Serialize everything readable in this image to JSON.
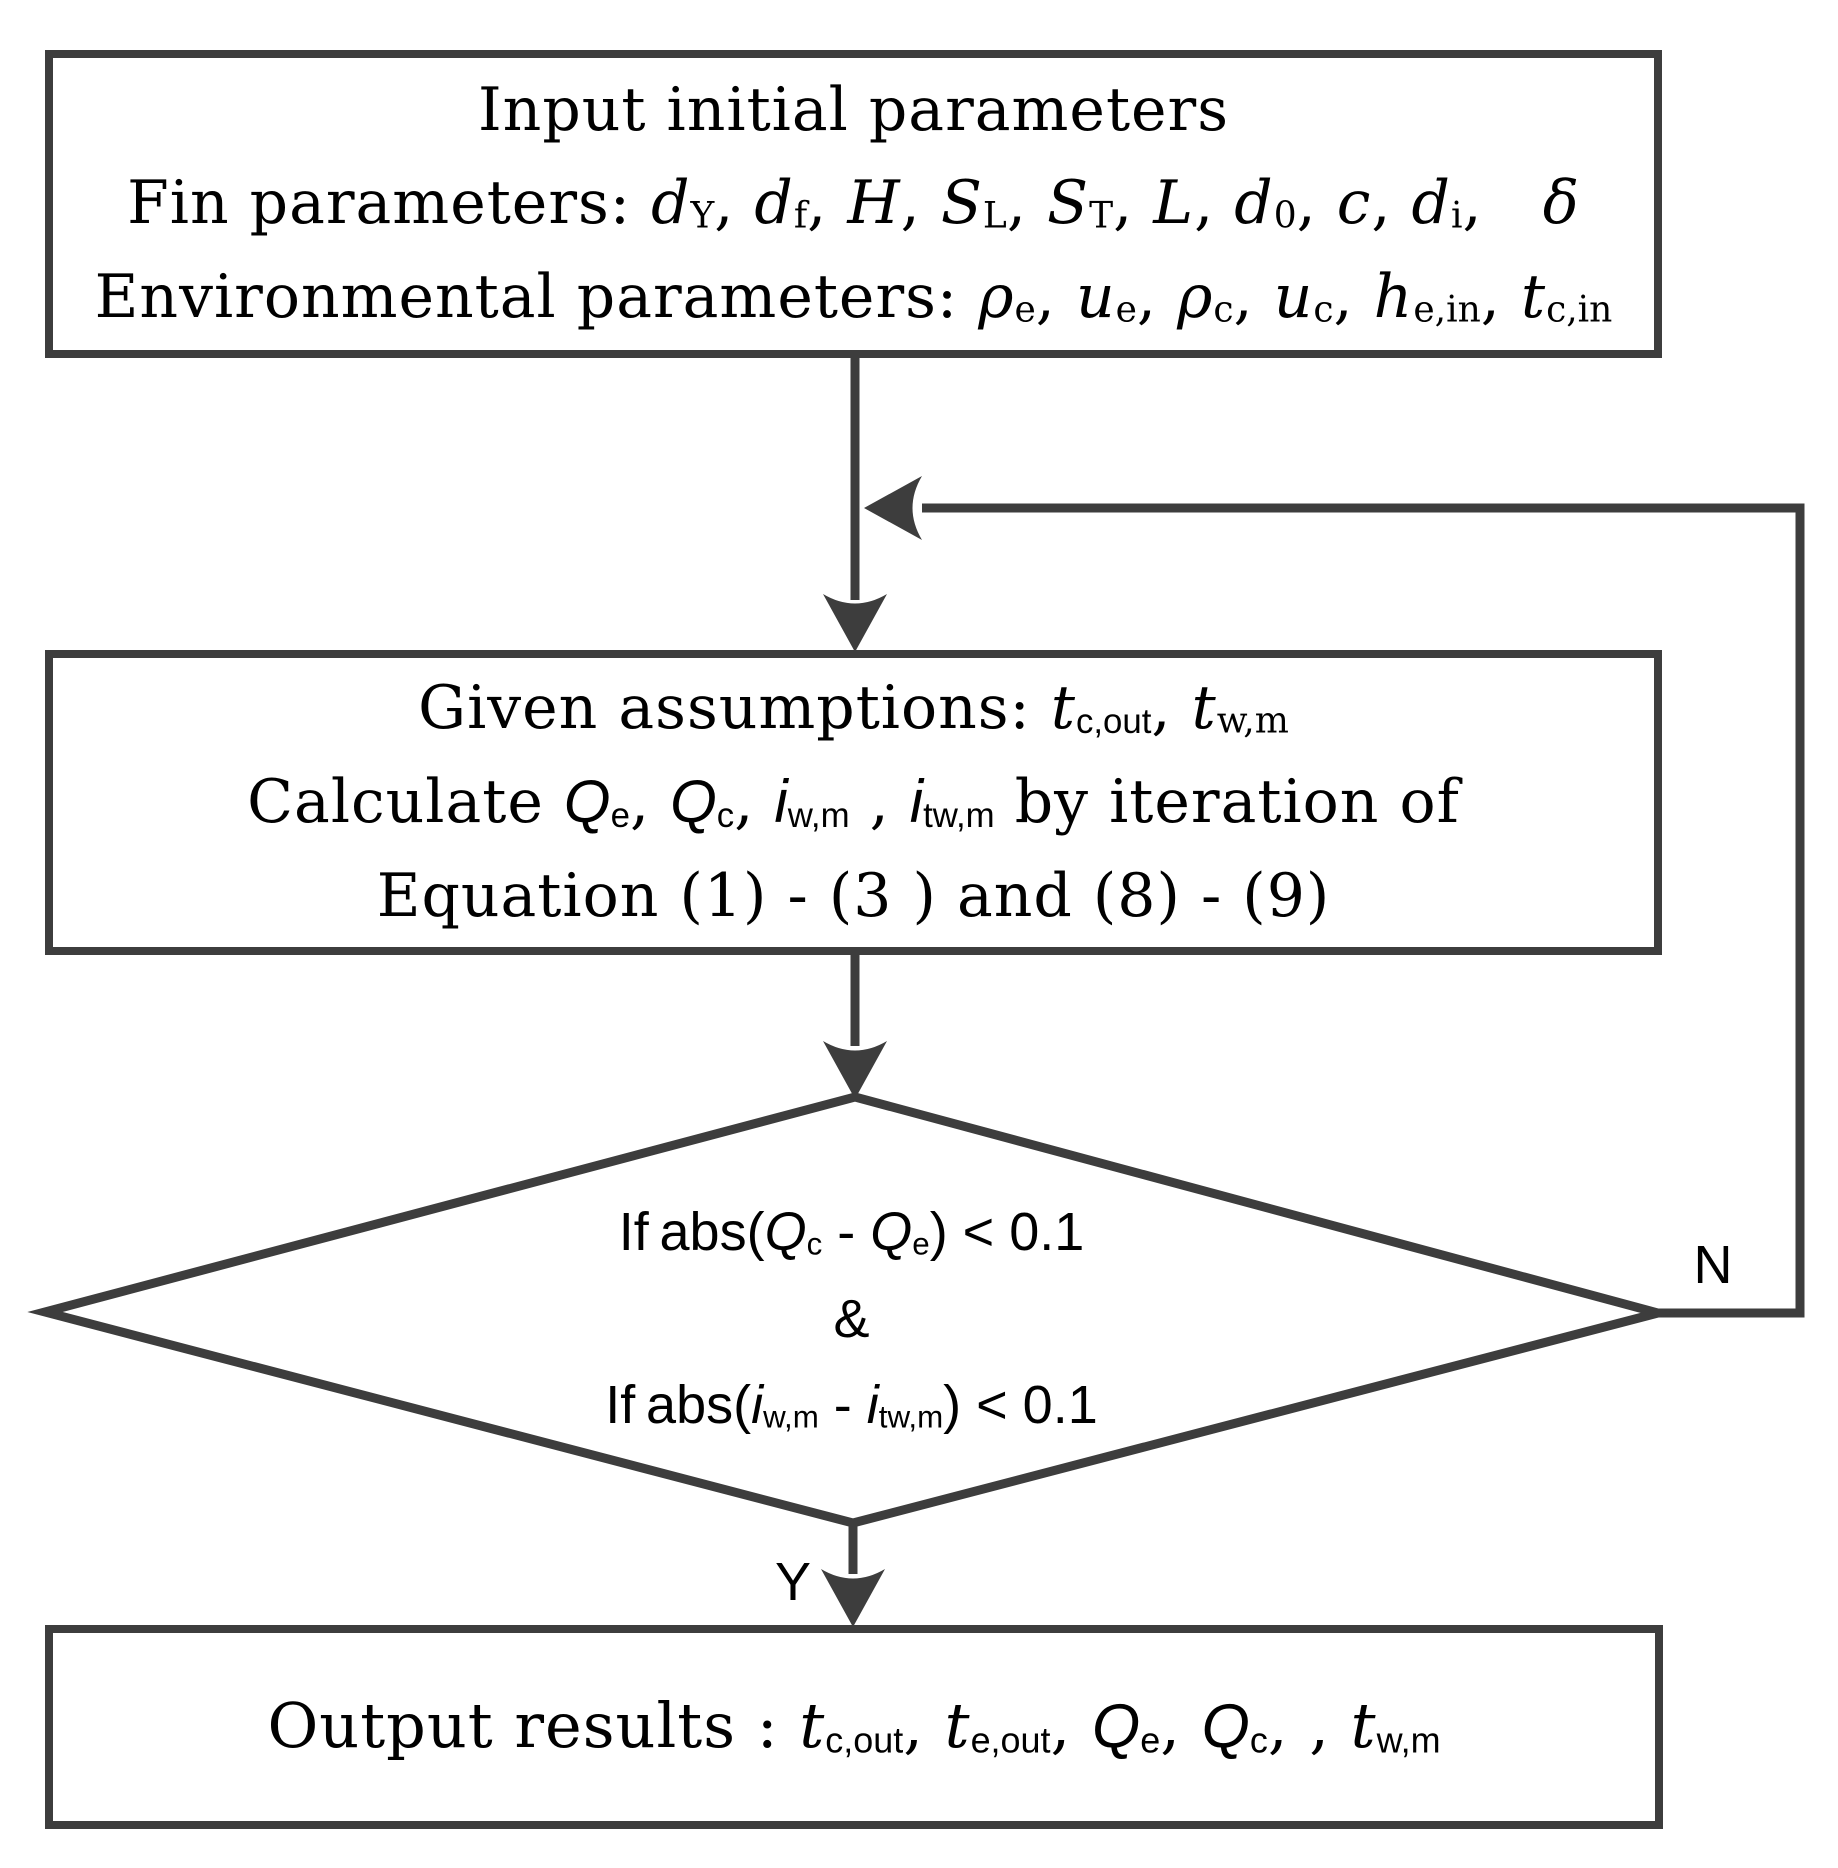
{
  "colors": {
    "background": "#ffffff",
    "line": "#3d3d3d",
    "text": "#000000"
  },
  "flowchart": {
    "input_box": {
      "lines": [
        [
          {
            "t": "Input initial parameters",
            "s": "r"
          }
        ],
        [
          {
            "t": "Fin parameters: ",
            "s": "r"
          },
          {
            "t": "d",
            "s": "i"
          },
          {
            "t": "Y",
            "s": "sub"
          },
          {
            "t": ", ",
            "s": "r"
          },
          {
            "t": "d",
            "s": "i"
          },
          {
            "t": "f",
            "s": "sub"
          },
          {
            "t": ", ",
            "s": "r"
          },
          {
            "t": "H",
            "s": "i"
          },
          {
            "t": ", ",
            "s": "r"
          },
          {
            "t": "S",
            "s": "i"
          },
          {
            "t": "L",
            "s": "sub"
          },
          {
            "t": ", ",
            "s": "r"
          },
          {
            "t": "S",
            "s": "i"
          },
          {
            "t": "T",
            "s": "sub"
          },
          {
            "t": ", ",
            "s": "r"
          },
          {
            "t": "L",
            "s": "i"
          },
          {
            "t": ", ",
            "s": "r"
          },
          {
            "t": "d",
            "s": "i"
          },
          {
            "t": "0",
            "s": "sub"
          },
          {
            "t": ", ",
            "s": "r"
          },
          {
            "t": "c",
            "s": "i"
          },
          {
            "t": ", ",
            "s": "r"
          },
          {
            "t": "d",
            "s": "i"
          },
          {
            "t": "i",
            "s": "sub"
          },
          {
            "t": ",   ",
            "s": "r"
          },
          {
            "t": "δ",
            "s": "i"
          }
        ],
        [
          {
            "t": "Environmental parameters: ",
            "s": "r"
          },
          {
            "t": "ρ",
            "s": "i"
          },
          {
            "t": "e",
            "s": "sub"
          },
          {
            "t": ", ",
            "s": "r"
          },
          {
            "t": "u",
            "s": "i"
          },
          {
            "t": "e",
            "s": "sub"
          },
          {
            "t": ", ",
            "s": "r"
          },
          {
            "t": "ρ",
            "s": "i"
          },
          {
            "t": "c",
            "s": "sub"
          },
          {
            "t": ", ",
            "s": "r"
          },
          {
            "t": "u",
            "s": "i"
          },
          {
            "t": "c",
            "s": "sub"
          },
          {
            "t": ", ",
            "s": "r"
          },
          {
            "t": "h",
            "s": "i"
          },
          {
            "t": "e,in",
            "s": "sub"
          },
          {
            "t": ", ",
            "s": "r"
          },
          {
            "t": "t",
            "s": "i"
          },
          {
            "t": "c,in",
            "s": "sub"
          }
        ]
      ]
    },
    "process_box": {
      "lines": [
        [
          {
            "t": "Given assumptions: ",
            "s": "r"
          },
          {
            "t": "t",
            "s": "i"
          },
          {
            "t": "c,out",
            "s": "ssub"
          },
          {
            "t": ", ",
            "s": "r"
          },
          {
            "t": "t",
            "s": "i"
          },
          {
            "t": "w,m",
            "s": "sub"
          }
        ],
        [
          {
            "t": "Calculate ",
            "s": "r"
          },
          {
            "t": "Q",
            "s": "isans"
          },
          {
            "t": "e",
            "s": "ssub"
          },
          {
            "t": ", ",
            "s": "r"
          },
          {
            "t": "Q",
            "s": "isans"
          },
          {
            "t": "c",
            "s": "ssub"
          },
          {
            "t": ", ",
            "s": "r"
          },
          {
            "t": "i",
            "s": "isans"
          },
          {
            "t": "w,m",
            "s": "ssub"
          },
          {
            "t": " , ",
            "s": "r"
          },
          {
            "t": "i",
            "s": "isans"
          },
          {
            "t": "tw,m",
            "s": "ssub"
          },
          {
            "t": " by iteration of",
            "s": "r"
          }
        ],
        [
          {
            "t": "Equation (1) - (3 ) and (8) - (9)",
            "s": "r"
          }
        ]
      ]
    },
    "decision": {
      "lines": [
        [
          {
            "t": "If abs(",
            "s": "sans"
          },
          {
            "t": "Q",
            "s": "isans"
          },
          {
            "t": "c",
            "s": "ssub"
          },
          {
            "t": " - ",
            "s": "sans"
          },
          {
            "t": "Q",
            "s": "isans"
          },
          {
            "t": "e",
            "s": "ssub"
          },
          {
            "t": ") < 0.1",
            "s": "sans"
          }
        ],
        [
          {
            "t": "&",
            "s": "sans"
          }
        ],
        [
          {
            "t": "If abs(",
            "s": "sans"
          },
          {
            "t": "i",
            "s": "isans"
          },
          {
            "t": "w,m",
            "s": "ssub"
          },
          {
            "t": " - ",
            "s": "sans"
          },
          {
            "t": "i",
            "s": "isans"
          },
          {
            "t": "tw,m",
            "s": "ssub"
          },
          {
            "t": ") < 0.1",
            "s": "sans"
          }
        ]
      ]
    },
    "output_box": {
      "lines": [
        [
          {
            "t": "Output results : ",
            "s": "r"
          },
          {
            "t": "t",
            "s": "i"
          },
          {
            "t": "c,out",
            "s": "ssub"
          },
          {
            "t": ", ",
            "s": "r"
          },
          {
            "t": "t",
            "s": "i"
          },
          {
            "t": "e,out",
            "s": "ssub"
          },
          {
            "t": ", ",
            "s": "r"
          },
          {
            "t": "Q",
            "s": "isans"
          },
          {
            "t": "e",
            "s": "ssub"
          },
          {
            "t": ", ",
            "s": "r"
          },
          {
            "t": "Q",
            "s": "isans"
          },
          {
            "t": "c",
            "s": "ssub"
          },
          {
            "t": ", , ",
            "s": "r"
          },
          {
            "t": "t",
            "s": "i"
          },
          {
            "t": "w,m",
            "s": "ssub"
          }
        ]
      ]
    },
    "branch_labels": {
      "no": "N",
      "yes": "Y"
    }
  }
}
